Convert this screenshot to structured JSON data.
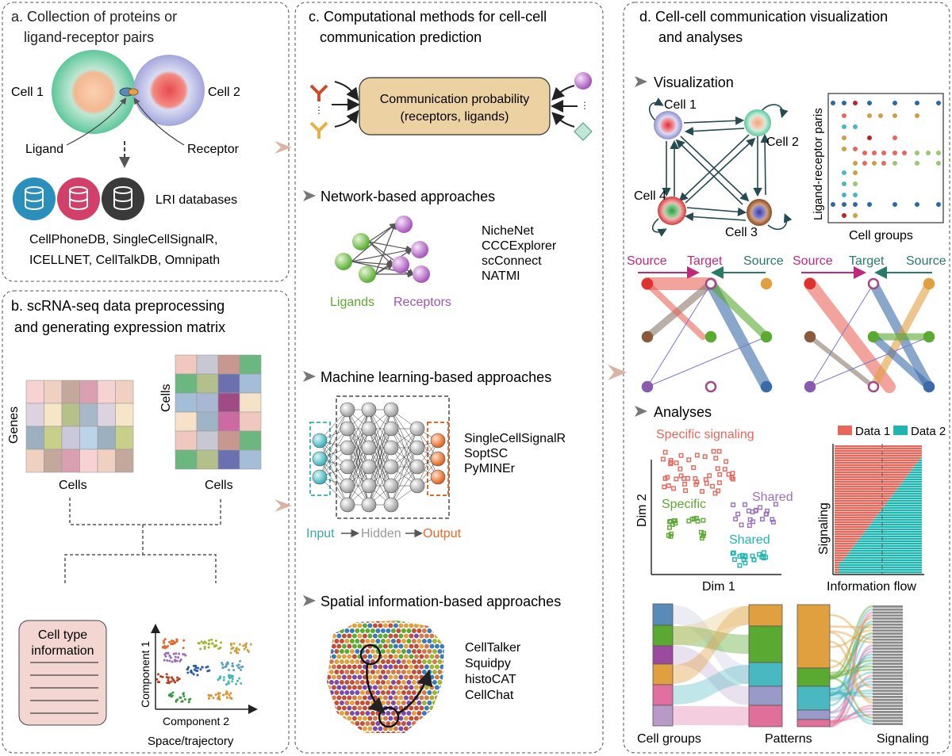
{
  "panel_a": {
    "title_line1": "a. Collection of proteins or",
    "title_line2": "ligand-receptor pairs",
    "cell1": "Cell 1",
    "cell2": "Cell 2",
    "ligand": "Ligand",
    "receptor": "Receptor",
    "databases_label": "LRI databases",
    "databases_line1": "CellPhoneDB, SingleCellSignalR,",
    "databases_line2": "ICELLNET, CellTalkDB, Omnipath"
  },
  "panel_b": {
    "title_line1": "b. scRNA-seq data preprocessing",
    "title_line2": "and generating expression matrix",
    "genes_axis": "Genes",
    "cells_axis_left": "Cells",
    "cells_axis_right_vertical": "Cells",
    "cells_axis_right": "Cells",
    "cell_type_line1": "Cell type",
    "cell_type_line2": "information",
    "component1": "Component 1",
    "component2": "Component 2",
    "space_trajectory": "Space/trajectory"
  },
  "panel_c": {
    "title_line1": "c. Computational methods for cell-cell",
    "title_line2": "communication prediction",
    "prob_line1": "Communication probability",
    "prob_line2": "(receptors, ligands)",
    "network_title": "Network-based approaches",
    "network_tools": [
      "NicheNet",
      "CCCExplorer",
      "scConnect",
      "NATMI"
    ],
    "ligands": "Ligands",
    "receptors": "Receptors",
    "ml_title": "Machine learning-based approaches",
    "ml_tools": [
      "SingleCellSignalR",
      "SoptSC",
      "PyMINEr"
    ],
    "input": "Input",
    "hidden": "Hidden",
    "output": "Output",
    "spatial_title": "Spatial information-based approaches",
    "spatial_tools": [
      "CellTalker",
      "Squidpy",
      "histoCAT",
      "CellChat"
    ]
  },
  "panel_d": {
    "title_line1": "d. Cell-cell communication visualization",
    "title_line2": "and analyses",
    "visualization": "Visualization",
    "cell_labels": [
      "Cell 1",
      "Cell 2",
      "Cell 4",
      "Cell 3"
    ],
    "lr_pairs_axis": "Ligand-receptor paris",
    "cell_groups_axis": "Cell groups",
    "hier_left": [
      "Source",
      "Target",
      "Source"
    ],
    "hier_right": [
      "Source",
      "Target",
      "Source"
    ],
    "analyses": "Analyses",
    "specific_signaling": "Specific signaling",
    "specific": "Specific",
    "shared1": "Shared",
    "shared2": "Shared",
    "dim2": "Dim 2",
    "dim1": "Dim 1",
    "legend_data1": "Data 1",
    "legend_data2": "Data 2",
    "signaling_axis": "Signaling",
    "info_flow": "Information flow",
    "river_cell_groups": "Cell groups",
    "river_patterns": "Patterns",
    "river_signaling": "Signaling"
  },
  "colors": {
    "data1": "#e8665a",
    "data2": "#1fb5b0",
    "specific_signaling": "#e8665a",
    "specific": "#5aaa32",
    "shared_purple": "#9b6fbf",
    "shared_teal": "#1fb5b0",
    "input": "#4ab8c0",
    "output": "#e06a2a",
    "ligands": "#5aaa32",
    "receptors": "#9b55b0",
    "source_pink": "#c0287a",
    "target_teal": "#2a7a6a"
  }
}
